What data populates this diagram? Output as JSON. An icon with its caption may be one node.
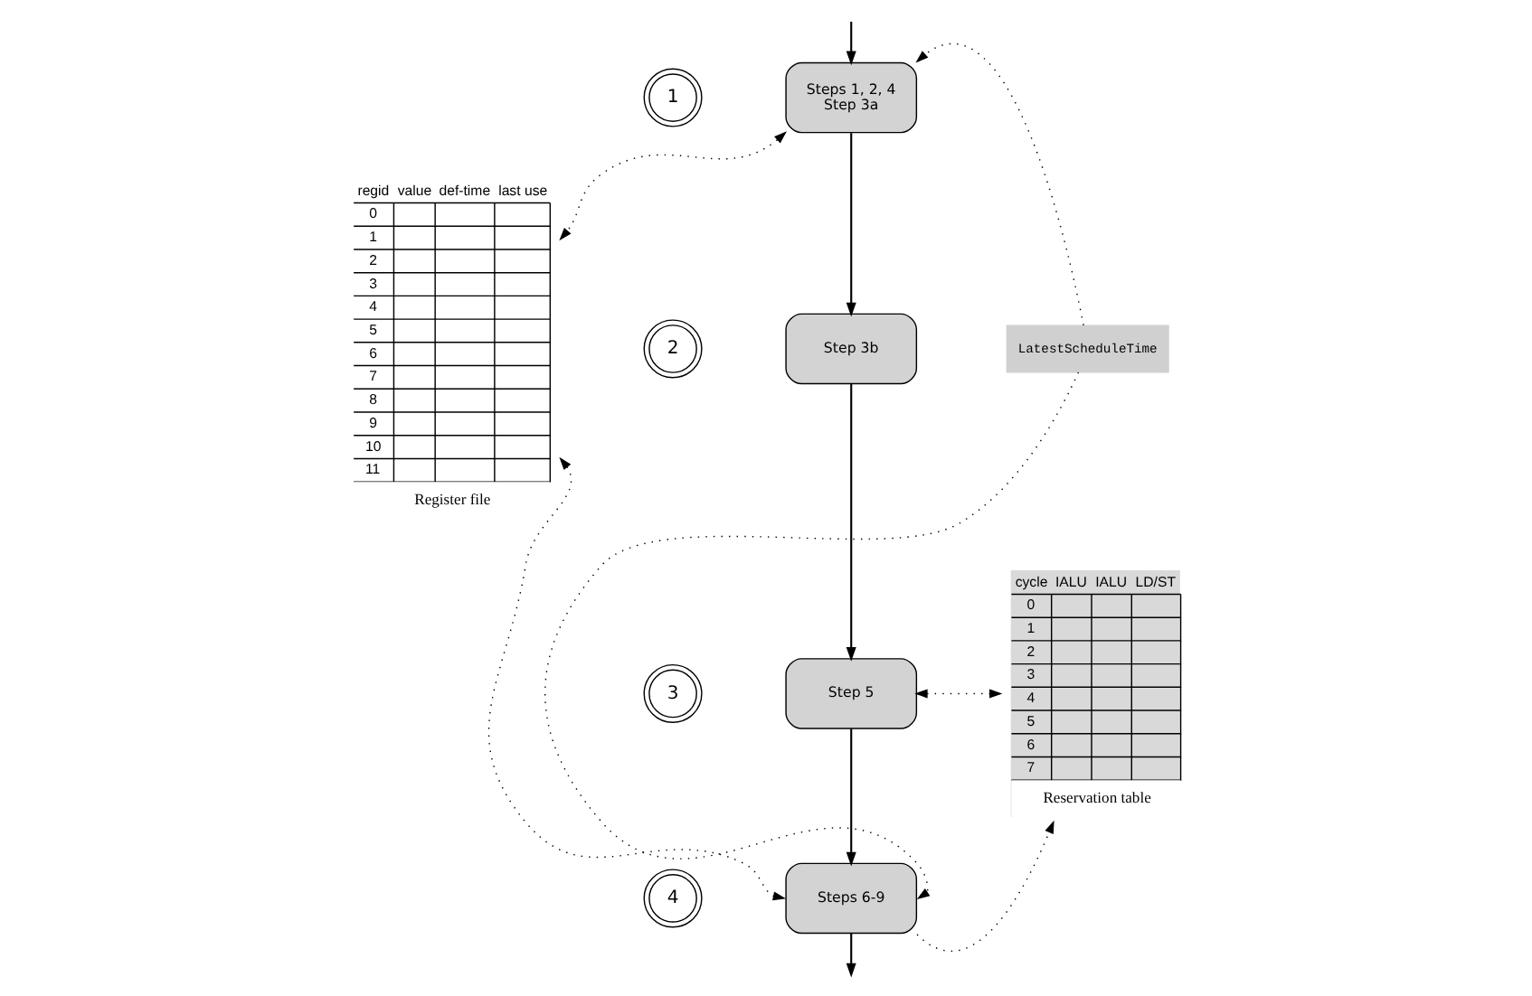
{
  "diagram": {
    "nodes": [
      {
        "text": [
          "regid",
          "value",
          "def-time",
          "last use",
          "0",
          "1",
          "2",
          "3",
          "4",
          "5",
          "6",
          "7",
          "8",
          "9",
          "10",
          "11",
          "Register file"
        ]
      },
      {
        "text": [
          "1"
        ]
      },
      {
        "text": [
          "Steps 1, 2, 4",
          "Step 3a"
        ]
      },
      {
        "text": [
          "2"
        ]
      },
      {
        "text": [
          "Step 3b"
        ]
      },
      {
        "text": [
          "3"
        ]
      },
      {
        "text": [
          "Step 5"
        ]
      },
      {
        "text": [
          "4"
        ]
      },
      {
        "text": [
          "Steps 6-9"
        ]
      },
      {
        "text": [
          "LatestScheduleTime"
        ]
      },
      {
        "text": [
          "cycle",
          "IALU",
          "IALU",
          "LD/ST",
          "0",
          "1",
          "2",
          "3",
          "4",
          "5",
          "6",
          "7",
          "Reservation table"
        ]
      }
    ],
    "edges": [
      {
        "from": null,
        "to": 2,
        "arrow": "to"
      },
      {
        "from": 2,
        "to": 4,
        "arrow": "to"
      },
      {
        "from": 4,
        "to": 6,
        "arrow": "to"
      },
      {
        "from": 6,
        "to": 8,
        "arrow": "to"
      },
      {
        "from": 8,
        "to": null,
        "arrow": "to"
      },
      {
        "from": 2,
        "to": 0,
        "arrow": "both",
        "style": "dashed"
      },
      {
        "from": 0,
        "to": 8,
        "arrow": "both",
        "style": "dashed"
      },
      {
        "from": 9,
        "to": 2,
        "arrow": "to",
        "style": "dashed"
      },
      {
        "from": 9,
        "to": 8,
        "arrow": "to",
        "style": "dashed"
      },
      {
        "from": 6,
        "to": 10,
        "arrow": "both",
        "style": "dashed"
      },
      {
        "from": 8,
        "to": 10,
        "arrow": "to",
        "style": "dashed"
      }
    ]
  }
}
